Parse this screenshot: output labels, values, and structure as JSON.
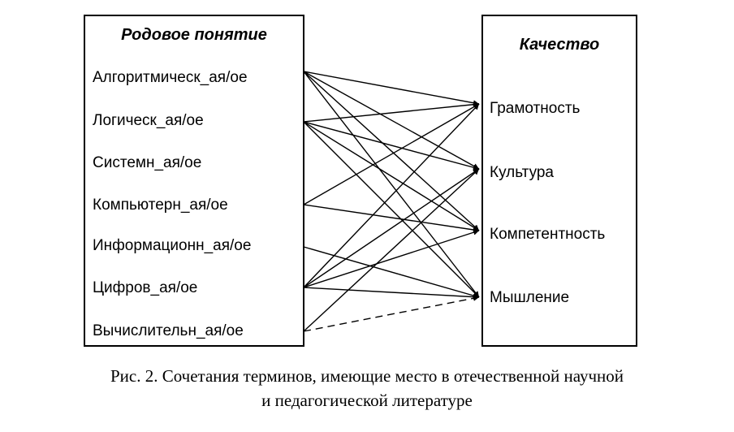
{
  "left_box": {
    "title": "Родовое понятие",
    "items": [
      "Алгоритмическ_ая/ое",
      "Логическ_ая/ое",
      "Системн_ая/ое",
      "Компьютерн_ая/ое",
      "Информационн_ая/ое",
      "Цифров_ая/ое",
      "Вычислительн_ая/ое"
    ]
  },
  "right_box": {
    "title": "Качество",
    "items": [
      "Грамотность",
      "Культура",
      "Компетентность",
      "Мышление"
    ]
  },
  "connections": [
    {
      "from": 0,
      "to": 0,
      "style": "solid"
    },
    {
      "from": 0,
      "to": 1,
      "style": "solid"
    },
    {
      "from": 0,
      "to": 2,
      "style": "solid"
    },
    {
      "from": 0,
      "to": 3,
      "style": "solid"
    },
    {
      "from": 1,
      "to": 0,
      "style": "solid"
    },
    {
      "from": 1,
      "to": 1,
      "style": "solid"
    },
    {
      "from": 1,
      "to": 2,
      "style": "solid"
    },
    {
      "from": 1,
      "to": 3,
      "style": "solid"
    },
    {
      "from": 3,
      "to": 0,
      "style": "solid"
    },
    {
      "from": 3,
      "to": 2,
      "style": "solid"
    },
    {
      "from": 4,
      "to": 3,
      "style": "solid"
    },
    {
      "from": 5,
      "to": 0,
      "style": "solid"
    },
    {
      "from": 5,
      "to": 1,
      "style": "solid"
    },
    {
      "from": 5,
      "to": 2,
      "style": "solid"
    },
    {
      "from": 5,
      "to": 3,
      "style": "solid"
    },
    {
      "from": 6,
      "to": 1,
      "style": "solid"
    },
    {
      "from": 6,
      "to": 3,
      "style": "dashed"
    }
  ],
  "caption": {
    "line1": "Рис. 2. Сочетания терминов, имеющие место в отечественной научной",
    "line2": "и педагогической литературе"
  }
}
